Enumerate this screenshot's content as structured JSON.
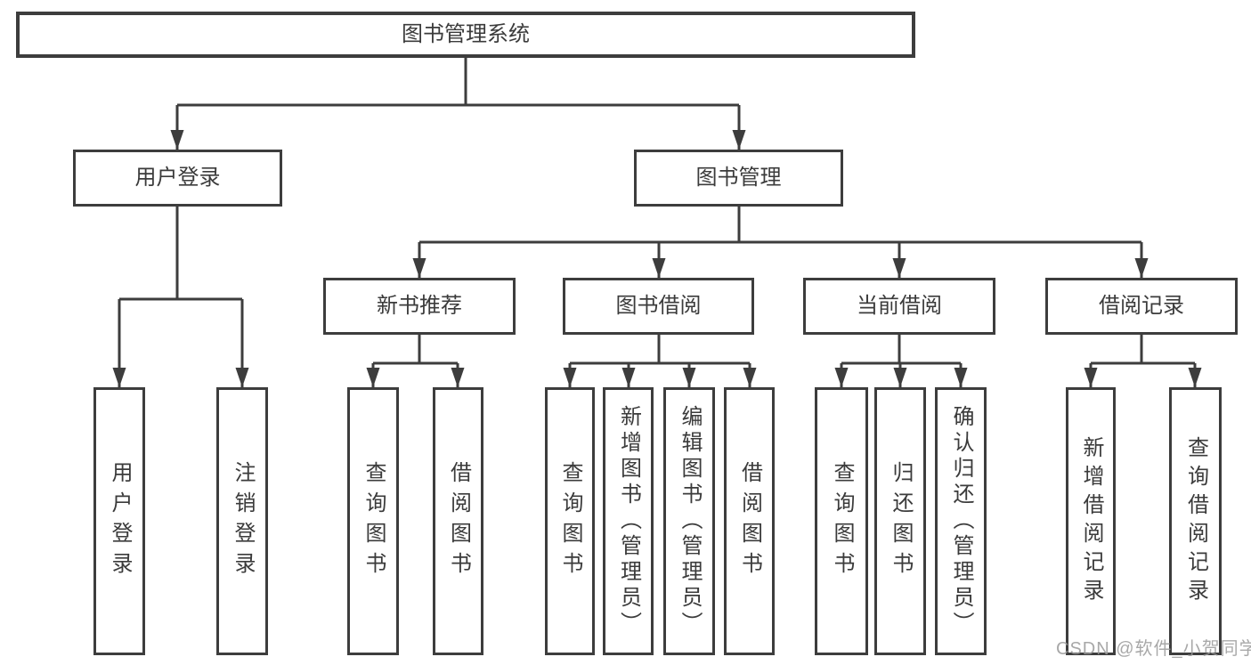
{
  "diagram": {
    "tree": {
      "root": {
        "label": "图书管理系统"
      },
      "user_login": {
        "label": "用户登录",
        "leaves": [
          {
            "label": "用户登录"
          },
          {
            "label": "注销登录"
          }
        ]
      },
      "book_management": {
        "label": "图书管理",
        "sections": {
          "new_book_recommend": {
            "label": "新书推荐",
            "leaves": [
              {
                "label": "查询图书"
              },
              {
                "label": "借阅图书"
              }
            ]
          },
          "book_borrowing": {
            "label": "图书借阅",
            "leaves": [
              {
                "label": "查询图书"
              },
              {
                "label": "新增图书（管理员）"
              },
              {
                "label": "编辑图书（管理员）"
              },
              {
                "label": "借阅图书"
              }
            ]
          },
          "current_borrowing": {
            "label": "当前借阅",
            "leaves": [
              {
                "label": "查询图书"
              },
              {
                "label": "归还图书"
              },
              {
                "label": "确认归还（管理员）"
              }
            ]
          },
          "borrowing_records": {
            "label": "借阅记录",
            "leaves": [
              {
                "label": "新增借阅记录"
              },
              {
                "label": "查询借阅记录"
              }
            ]
          }
        }
      }
    }
  },
  "watermark": {
    "text": "CSDN @软件_小贺同学"
  },
  "colors": {
    "line": "#3d3d3d",
    "box_border": "#3d3d3d",
    "text": "#3b3b3b",
    "background": "#ffffff",
    "watermark": "#9a9a9a"
  }
}
